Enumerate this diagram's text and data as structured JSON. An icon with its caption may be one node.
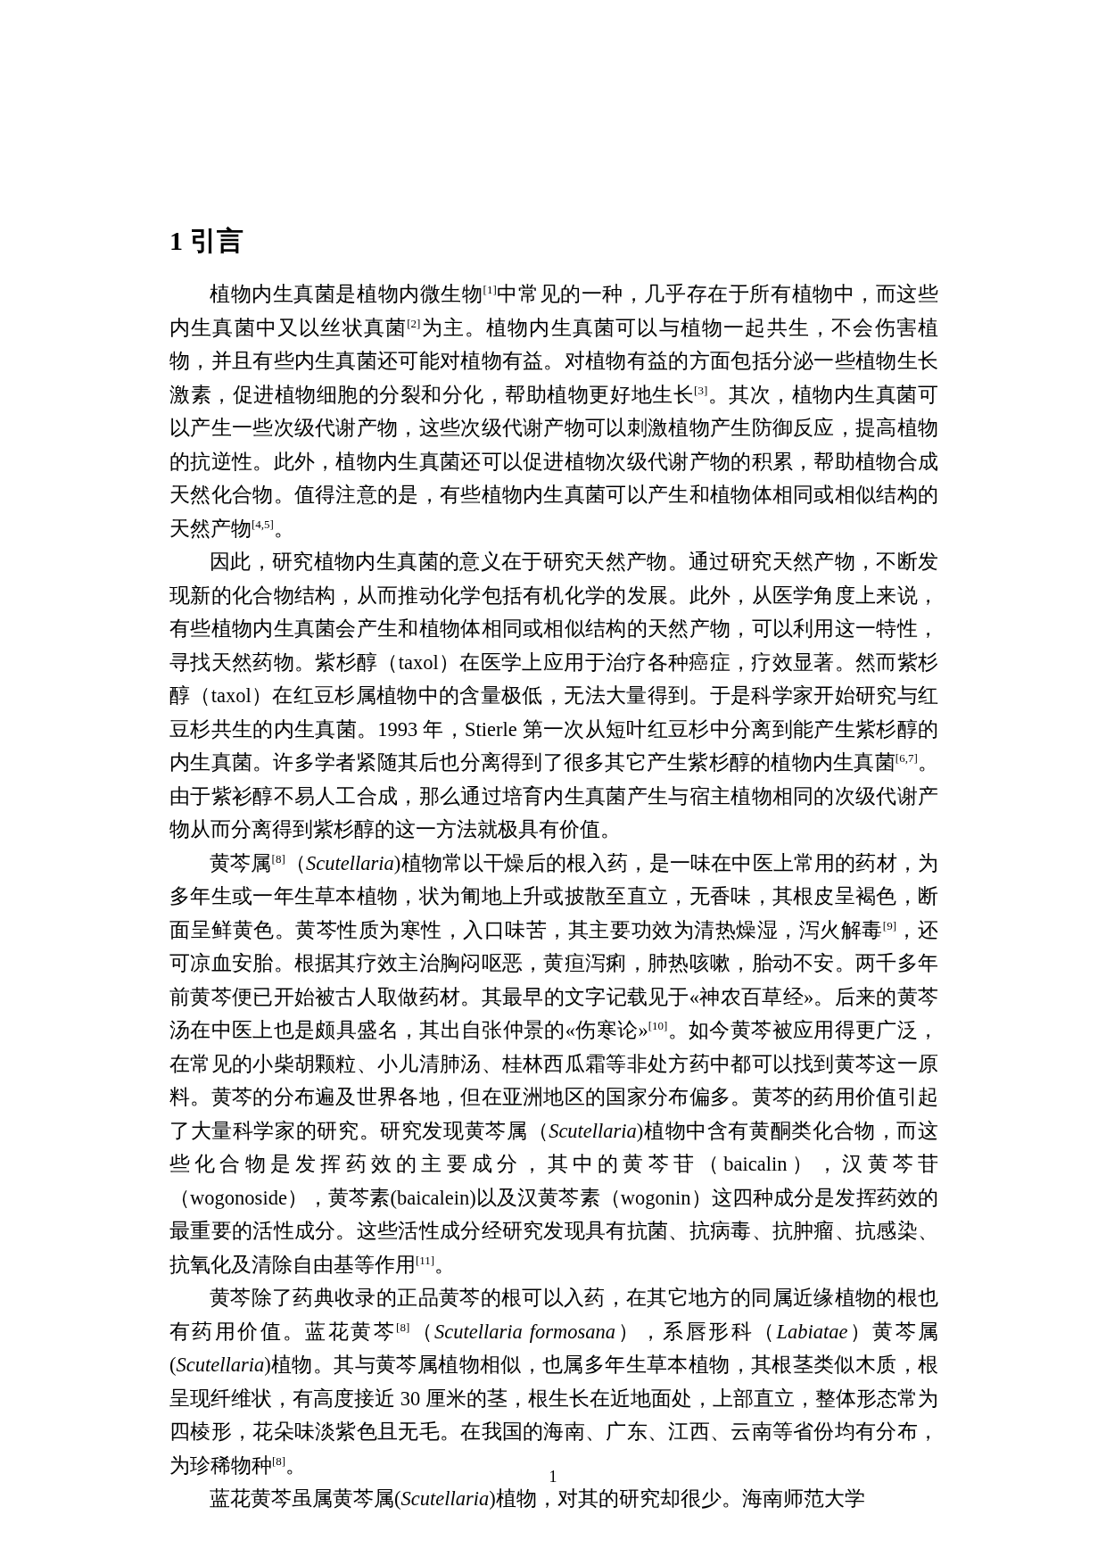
{
  "diagram": {
    "title": "1 引言",
    "labels": [
      "植物内生真菌是植物内微生物$^{[1]}$中常见的一种，几乎存在于所有植物中，而这些内生真菌中又以丝状真菌$^{[2]}$为主。植物内生真菌可以与植物一起共生，不会伤害植物，并且有些内生真菌还可能对植物有益。对植物有益的方面包括分泌一些植物生长激素，促进植物细胞的分裂和分化，帮助植物更好地生长$^{[3]}$。其次，植物内生真菌可以产生一些次级代谢产物，这些次级代谢产物可以刺激植物产生防御反应，提高植物的抗逆性。此外，植物内生真菌还可以促进植物次级代谢产物的积累，帮助植物合成天然化合物。值得注意的是，有些植物内生真菌可以产生和植物体相同或相似结构的天然产物$^{[4,5]}$。",
      "因此，研究植物内生真菌的意义在于研究天然产物。通过研究天然产物，不断发现新的化合物结构，从而推动化学包括有机化学的发展。此外，从医学角度上来说，有些植物内生真菌会产生和植物体相同或相似结构的天然产物，可以利用这一特性，寻找天然药物。紫杉醇（taxol）在医学上应用于治疗各种癌症，疗效显著。然而紫杉醇（taxol）在红豆杉属植物中的含量极低，无法大量得到。于是科学家开始研究与红豆杉共生的内生真菌。1993 年，Stierle 第一次从短叶红豆杉中分离到能产生紫杉醇的内生真菌。许多学者紧随其后也分离得到了很多其它产生紫杉醇的植物内生真菌$^{[6,7]}$。由于紫衫醇不易人工合成，那么通过培育内生真菌产生与宿主植物相同的次级代谢产物从而分离得到紫杉醇的这一方法就极具有价值。",
      "黄芩属$^{[8]}$（*Scutellaria*)植物常以干燥后的根入药，是一味在中医上常用的药材，为多年生或一年生草本植物，状为匍地上升或披散至直立，无香味，其根皮呈褐色，断面呈鲜黄色。黄芩性质为寒性，入口味苦，其主要功效为清热燥湿，泻火解毒$^{[9]}$，还可凉血安胎。根据其疗效主治胸闷呕恶，黄疸泻痢，肺热咳嗽，胎动不安。两千多年前黄芩便已开始被古人取做药材。其最早的文字记载见于«神农百草经»。后来的黄芩汤在中医上也是颇具盛名，其出自张仲景的«伤寒论»$^{[10]}$。如今黄芩被应用得更广泛，在常见的小柴胡颗粒、小儿清肺汤、桂林西瓜霜等非处方药中都可以找到黄芩这一原料。黄芩的分布遍及世界各地，但在亚洲地区的国家分布偏多。黄芩的药用价值引起了大量科学家的研究。研究发现黄芩属（*Scutellaria*)植物中含有黄酮类化合物，而这些化合物是发挥药效的主要成分，其中的黄芩苷（baicalin），汉黄芩苷（wogonoside），黄芩素(baicalein)以及汉黄芩素（wogonin）这四种成分是发挥药效的最重要的活性成分。这些活性成分经研究发现具有抗菌、抗病毒、抗肿瘤、抗感染、抗氧化及清除自由基等作用$^{[11]}$。",
      "黄芩除了药典收录的正品黄芩的根可以入药，在其它地方的同属近缘植物的根也有药用价值。蓝花黄芩$^{[8]}$（*Scutellaria formosana*），系唇形科（*Labiatae*）黄芩属(*Scutellaria*)植物。其与黄芩属植物相似，也属多年生草本植物，其根茎类似木质，根呈现纤维状，有高度接近 30 厘米的茎，根生长在近地面处，上部直立，整体形态常为四棱形，花朵味淡紫色且无毛。在我国的海南、广东、江西、云南等省份均有分布，为珍稀物种$^{[8]}$。",
      "蓝花黄芩虽属黄芩属(*Scutellaria*)植物，对其的研究却很少。海南师范大学",
      "1"
    ]
  }
}
